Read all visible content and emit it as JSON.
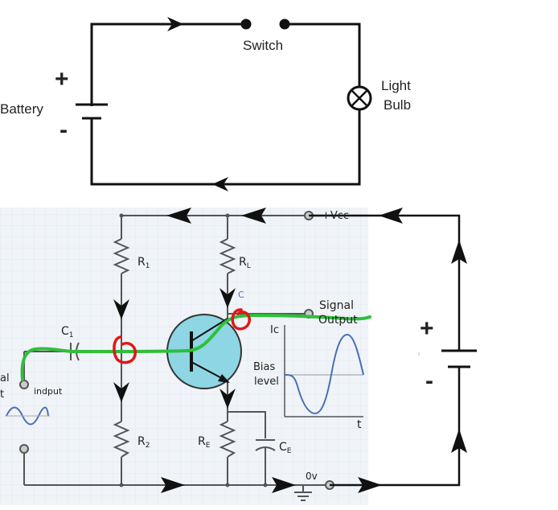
{
  "top_circuit": {
    "battery_label": "Battery",
    "switch_label": "Switch",
    "bulb_label_line1": "Light",
    "bulb_label_line2": "Bulb",
    "plus": "+",
    "minus": "-"
  },
  "amplifier": {
    "vcc_label": "+Vcc",
    "r1": "R",
    "r1_sub": "1",
    "r2": "R",
    "r2_sub": "2",
    "rl": "R",
    "rl_sub": "L",
    "re": "R",
    "re_sub": "E",
    "c1": "C",
    "c1_sub": "1",
    "ce": "C",
    "ce_sub": "E",
    "ic_label": "C",
    "signal_output_line1": "Signal",
    "signal_output_line2": "Output",
    "graph_y_label": "Ic",
    "graph_x_label": "t",
    "bias_line1": "Bias",
    "bias_line2": "level",
    "input_label": "indput",
    "input_partial_line1": "al",
    "input_partial_line2": "t",
    "ground_label": "0v"
  },
  "right_battery": {
    "plus": "+",
    "minus": "-"
  },
  "colors": {
    "wire": "#111111",
    "transistor_fill": "#8ed6e3",
    "annotation_green": "#2fbf3a",
    "annotation_red": "#e01818",
    "panel_bg": "#f0f4f8"
  }
}
